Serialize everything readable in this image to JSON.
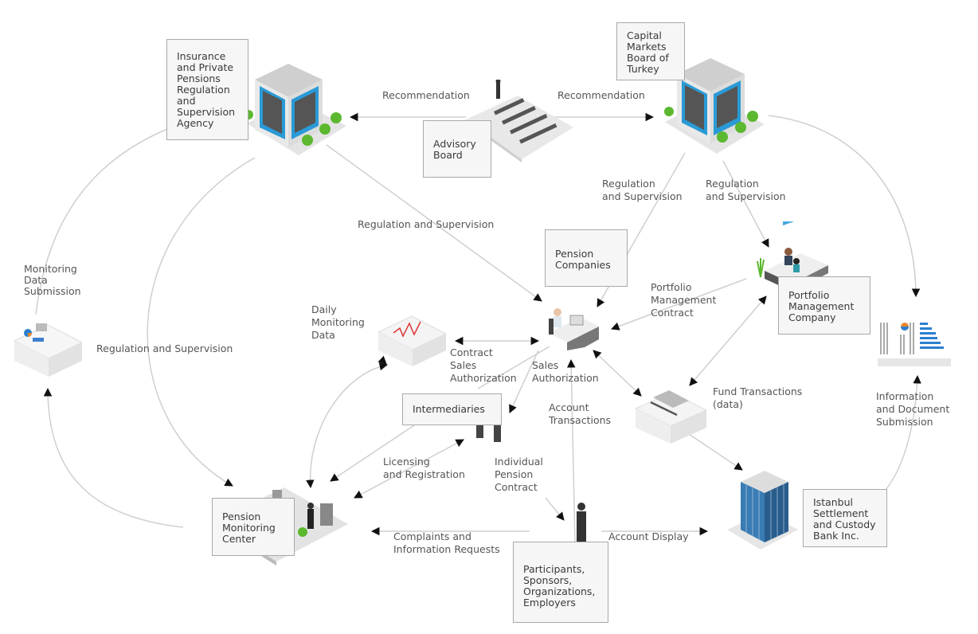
{
  "nodes": {
    "ippsa": "Insurance\nand Private\nPensions\nRegulation\nand\nSupervision\nAgency",
    "cmb": "Capital\nMarkets\nBoard of\nTurkey",
    "advisory": "Advisory\nBoard",
    "pension_companies": "Pension\nCompanies",
    "portfolio": "Portfolio\nManagement\nCompany",
    "intermediaries": "Intermediaries",
    "pmc": "Pension\nMonitoring\nCenter",
    "participants": "Participants,\nSponsors,\nOrganizations,\nEmployers",
    "custody": "Istanbul\nSettlement\nand Custody\nBank Inc."
  },
  "edge_labels": {
    "rec_left": "Recommendation",
    "rec_right": "Recommendation",
    "reg_cmb_left": "Regulation\nand Supervision",
    "reg_cmb_right": "Regulation\nand Supervision",
    "reg_center": "Regulation and Supervision",
    "reg_left": "Regulation and Supervision",
    "monitoring_submission": "Monitoring\nData\nSubmission",
    "daily_monitoring": "Daily\nMonitoring\nData",
    "contract_sales": "Contract\nSales\nAuthorization",
    "sales_auth": "Sales\nAuthorization",
    "portfolio_contract": "Portfolio\nManagement\nContract",
    "account_tx": "Account\nTransactions",
    "fund_tx": "Fund Transactions\n(data)",
    "info_doc": "Information\nand Document\nSubmission",
    "licensing": "Licensing\nand Registration",
    "individual_contract": "Individual\nPension\nContract",
    "complaints": "Complaints and\nInformation Requests",
    "account_display": "Account Display"
  },
  "colors": {
    "line": "#cfcfcf",
    "arrow": "#111111",
    "building_blue": "#2a9ad6",
    "tree_green": "#5cb82f"
  }
}
